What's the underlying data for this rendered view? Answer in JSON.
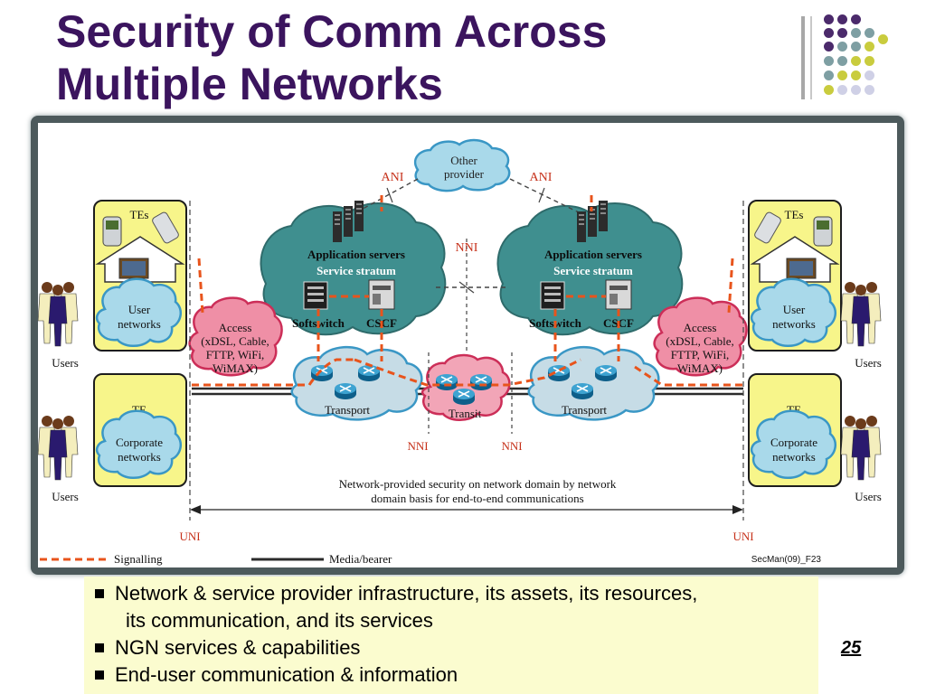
{
  "slide": {
    "title_line1": "Security of Comm Across",
    "title_line2": "Multiple Networks",
    "page_number": "25",
    "colors": {
      "title": "#3b145e",
      "cloud_teal": "#3f8f8f",
      "cloud_blue": "#a9d9ea",
      "cloud_pink": "#ef8fa6",
      "box_yellow": "#f7f58a",
      "signalling": "#e8541c",
      "label_red": "#c6311a",
      "bullet_bg": "#fbfccf"
    }
  },
  "diagram": {
    "other_provider": {
      "line1": "Other",
      "line2": "provider"
    },
    "ani_left": "ANI",
    "ani_right": "ANI",
    "nni_top": "NNI",
    "nni_bottom_left": "NNI",
    "nni_bottom_right": "NNI",
    "app_servers_left": "Application servers",
    "service_stratum_left": "Service stratum",
    "app_servers_right": "Application servers",
    "service_stratum_right": "Service stratum",
    "softswitch_left": "Softswitch",
    "cscf_left": "CSCF",
    "softswitch_right": "Softswitch",
    "cscf_right": "CSCF",
    "access_left": [
      "Access",
      "(xDSL, Cable,",
      "FTTP, WiFi,",
      "WiMAX)"
    ],
    "access_right": [
      "Access",
      "(xDSL, Cable,",
      "FTTP, WiFi,",
      "WiMAX)"
    ],
    "transport_left": "Transport",
    "transport_right": "Transport",
    "transit": "Transit",
    "tes_left": "TEs",
    "tes_right": "TEs",
    "user_networks_left": {
      "line1": "User",
      "line2": "networks"
    },
    "user_networks_right": {
      "line1": "User",
      "line2": "networks"
    },
    "te_left": "TE",
    "te_right": "TE",
    "corporate_left": {
      "line1": "Corporate",
      "line2": "networks"
    },
    "corporate_right": {
      "line1": "Corporate",
      "line2": "networks"
    },
    "users_labels": [
      "Users",
      "Users",
      "Users",
      "Users"
    ],
    "caption_line1": "Network-provided security on network domain by network",
    "caption_line2": "domain basis for end-to-end communications",
    "uni_left": "UNI",
    "uni_right": "UNI",
    "legend_signalling": "Signalling",
    "legend_media": "Media/bearer",
    "figure_id": "SecMan(09)_F23"
  },
  "bullets": [
    {
      "line1": "Network & service provider infrastructure, its assets, its resources,",
      "line2": "its communication, and its services"
    },
    {
      "line1": "NGN services & capabilities"
    },
    {
      "line1": "End-user communication & information"
    }
  ]
}
